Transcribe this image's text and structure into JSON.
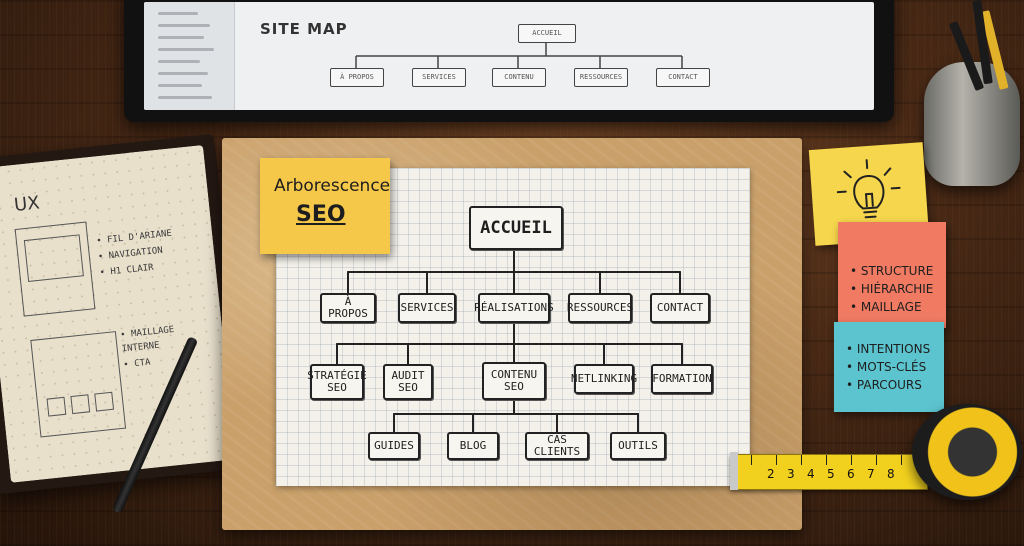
{
  "monitor": {
    "title": "SITE MAP",
    "boxes": [
      "ACCUEIL",
      "À PROPOS",
      "SERVICES",
      "CONTENU",
      "RESSOURCES",
      "CONTACT"
    ]
  },
  "notebook": {
    "title": "UX",
    "notes_top": [
      "• FIL D'ARIANE",
      "• NAVIGATION",
      "• H1 CLAIR"
    ],
    "notes_bottom": [
      "• MAILLAGE",
      "  INTERNE",
      "• CTA"
    ]
  },
  "sticky_title": {
    "line1": "Arborescence",
    "line2": "SEO"
  },
  "sticky_red": {
    "items": [
      "• STRUCTURE",
      "• HIÉRARCHIE",
      "• MAILLAGE"
    ]
  },
  "sticky_blue": {
    "items": [
      "• INTENTIONS",
      "• MOTS-CLÉS",
      "• PARCOURS"
    ]
  },
  "sitemap": {
    "root": "ACCUEIL",
    "level1": [
      "À PROPOS",
      "SERVICES",
      "RÉALISATIONS",
      "RESSOURCES",
      "CONTACT"
    ],
    "level2": [
      "STRATÉGIE\nSEO",
      "AUDIT\nSEO",
      "CONTENU\nSEO",
      "NETLINKING",
      "FORMATION"
    ],
    "level3": [
      "GUIDES",
      "BLOG",
      "CAS CLIENTS",
      "OUTILS"
    ]
  },
  "tape_measure": {
    "numbers": [
      "2",
      "3",
      "4",
      "5",
      "6",
      "7",
      "8"
    ]
  },
  "colors": {
    "sticky_yellow": "#f5c84a",
    "sticky_red": "#f07a62",
    "sticky_blue": "#5cc4cf",
    "ink": "#222222"
  },
  "icons": [
    "lightbulb-icon"
  ]
}
